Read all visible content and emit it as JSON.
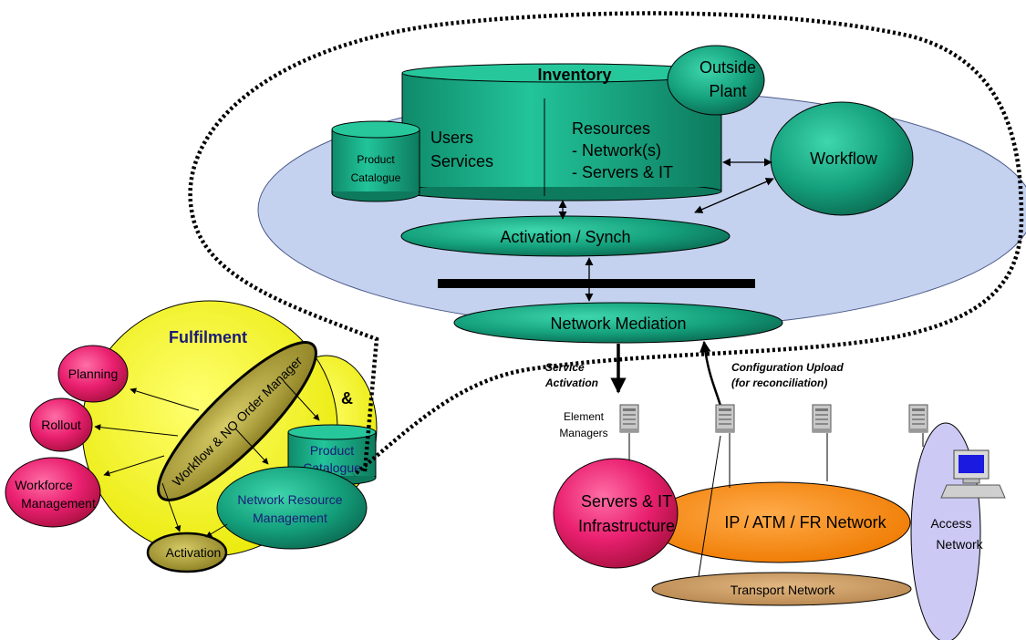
{
  "inventory": {
    "title": "Inventory",
    "users_line1": "Users",
    "users_line2": "Services",
    "resources_line1": "Resources",
    "resources_line2": "- Network(s)",
    "resources_line3": "- Servers & IT",
    "outside_plant_line1": "Outside",
    "outside_plant_line2": "Plant",
    "product_catalogue_line1": "Product",
    "product_catalogue_line2": "Catalogue",
    "workflow": "Workflow",
    "activation_synch": "Activation / Synch",
    "network_mediation": "Network Mediation"
  },
  "fulfilment": {
    "title": "Fulfilment",
    "planning": "Planning",
    "rollout": "Rollout",
    "workforce_line1": "Workforce",
    "workforce_line2": "Management",
    "order_manager": "Workflow & NO Order Manager",
    "product_catalogue_line1": "Product",
    "product_catalogue_line2": "Catalogue",
    "nrm_line1": "Network Resource",
    "nrm_line2": "Management",
    "activation": "Activation",
    "partial_amp": "&"
  },
  "network": {
    "service_activation_line1": "Service",
    "service_activation_line2": "Activation",
    "config_upload_line1": "Configuration Upload",
    "config_upload_line2": "(for reconciliation)",
    "element_managers_line1": "Element",
    "element_managers_line2": "Managers",
    "servers_it_line1": "Servers & IT",
    "servers_it_line2": "Infrastructure",
    "ip_atm_fr": "IP / ATM / FR Network",
    "transport": "Transport Network",
    "access_line1": "Access",
    "access_line2": "Network"
  },
  "colors": {
    "teal": "#14a07c",
    "teal_dark": "#0b6b52",
    "light_blue": "#c4d2ef",
    "yellow": "#f3f303",
    "pink": "#e81e6a",
    "orange": "#ff8a10",
    "tan": "#c89a62",
    "lavender": "#cccaf4",
    "olive": "#a79a3a"
  }
}
